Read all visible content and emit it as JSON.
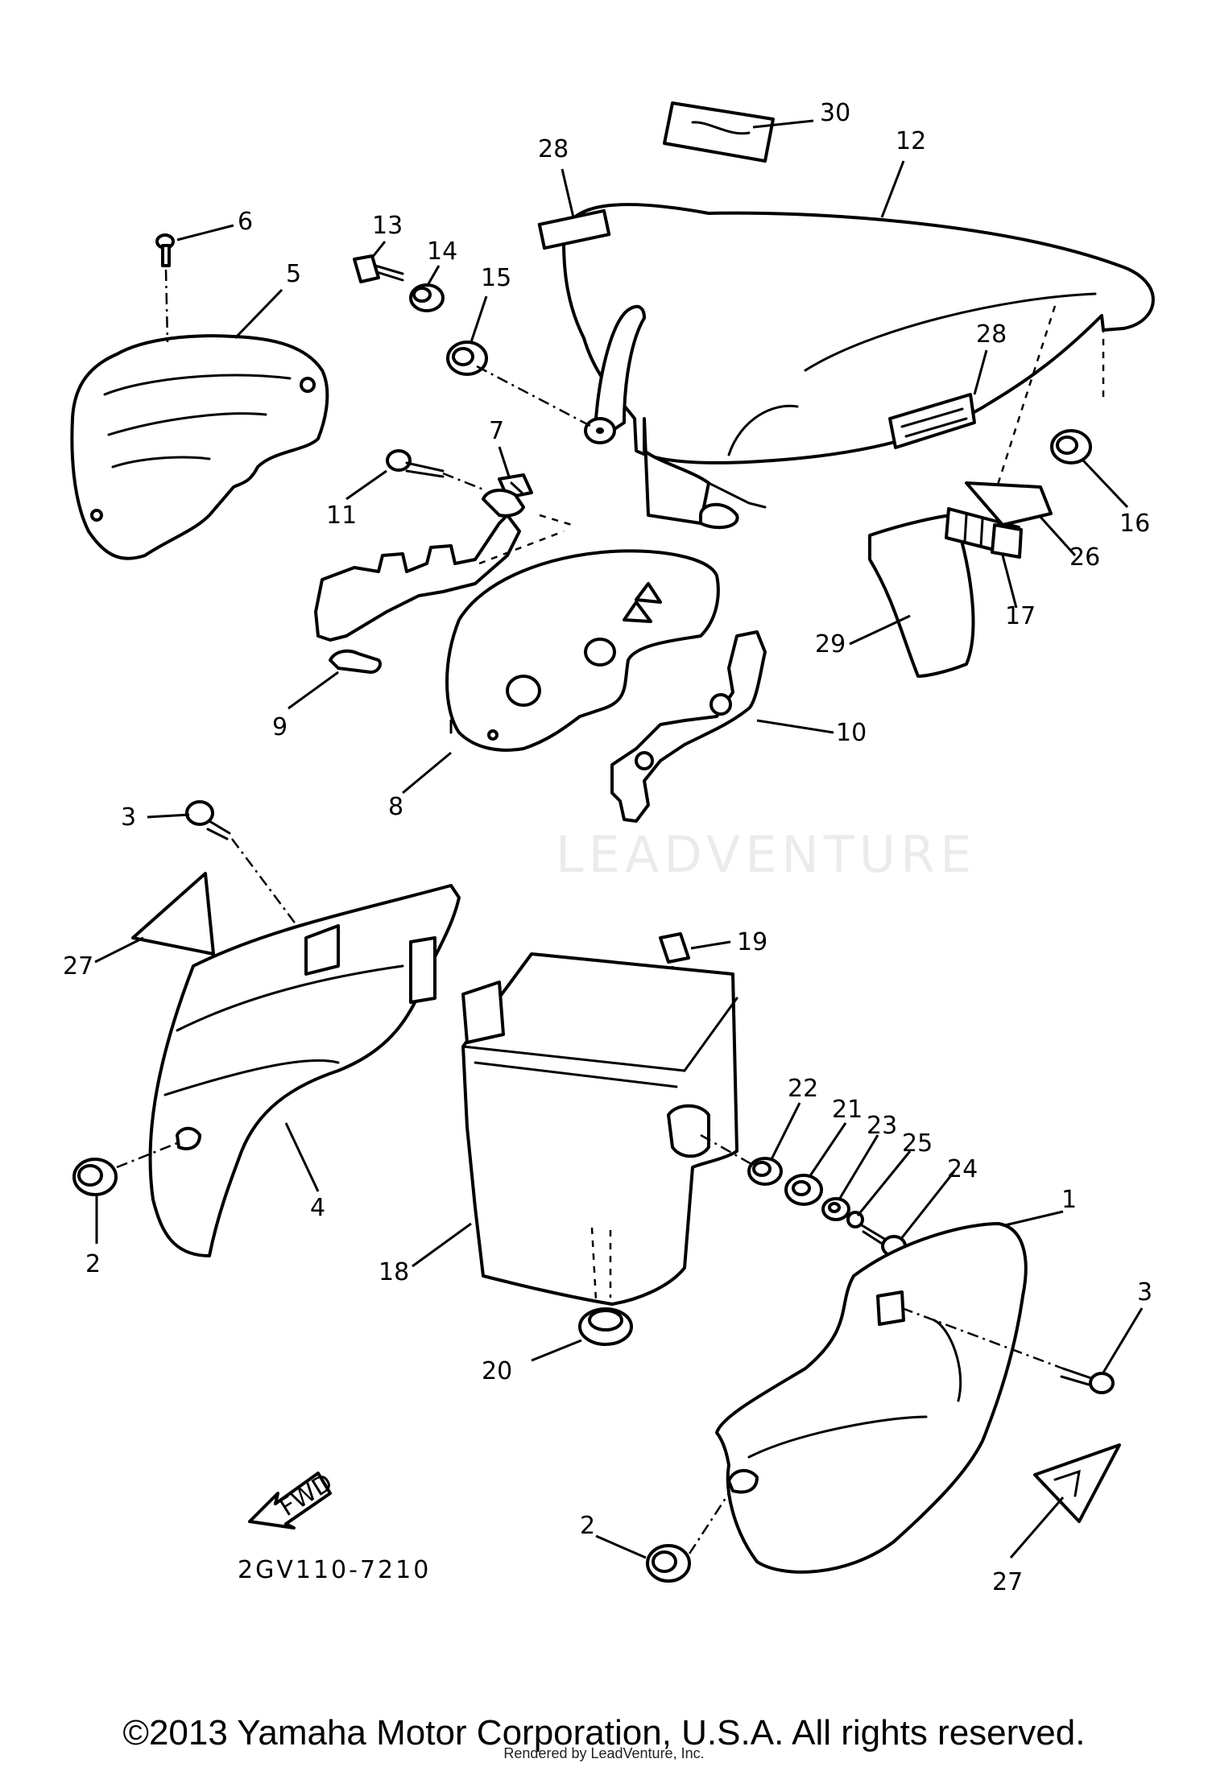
{
  "diagram": {
    "part_number": "2GV110-7210",
    "copyright": "©2013 Yamaha Motor Corporation, U.S.A. All rights reserved.",
    "rendered_by": "Rendered by LeadVenture, Inc.",
    "watermark": "LEADVENTURE",
    "fwd_arrow_text": "FWD",
    "callouts": [
      {
        "id": "c30",
        "label": "30"
      },
      {
        "id": "c28a",
        "label": "28"
      },
      {
        "id": "c12",
        "label": "12"
      },
      {
        "id": "c6",
        "label": "6"
      },
      {
        "id": "c5",
        "label": "5"
      },
      {
        "id": "c13",
        "label": "13"
      },
      {
        "id": "c14",
        "label": "14"
      },
      {
        "id": "c15",
        "label": "15"
      },
      {
        "id": "c28b",
        "label": "28"
      },
      {
        "id": "c7",
        "label": "7"
      },
      {
        "id": "c11",
        "label": "11"
      },
      {
        "id": "c16",
        "label": "16"
      },
      {
        "id": "c26",
        "label": "26"
      },
      {
        "id": "c17",
        "label": "17"
      },
      {
        "id": "c29",
        "label": "29"
      },
      {
        "id": "c9",
        "label": "9"
      },
      {
        "id": "c10",
        "label": "10"
      },
      {
        "id": "c8",
        "label": "8"
      },
      {
        "id": "c3a",
        "label": "3"
      },
      {
        "id": "c19",
        "label": "19"
      },
      {
        "id": "c27a",
        "label": "27"
      },
      {
        "id": "c22",
        "label": "22"
      },
      {
        "id": "c21",
        "label": "21"
      },
      {
        "id": "c23",
        "label": "23"
      },
      {
        "id": "c25",
        "label": "25"
      },
      {
        "id": "c24",
        "label": "24"
      },
      {
        "id": "c1",
        "label": "1"
      },
      {
        "id": "c4",
        "label": "4"
      },
      {
        "id": "c2a",
        "label": "2"
      },
      {
        "id": "c18",
        "label": "18"
      },
      {
        "id": "c3b",
        "label": "3"
      },
      {
        "id": "c20",
        "label": "20"
      },
      {
        "id": "c2b",
        "label": "2"
      },
      {
        "id": "c27b",
        "label": "27"
      }
    ]
  }
}
